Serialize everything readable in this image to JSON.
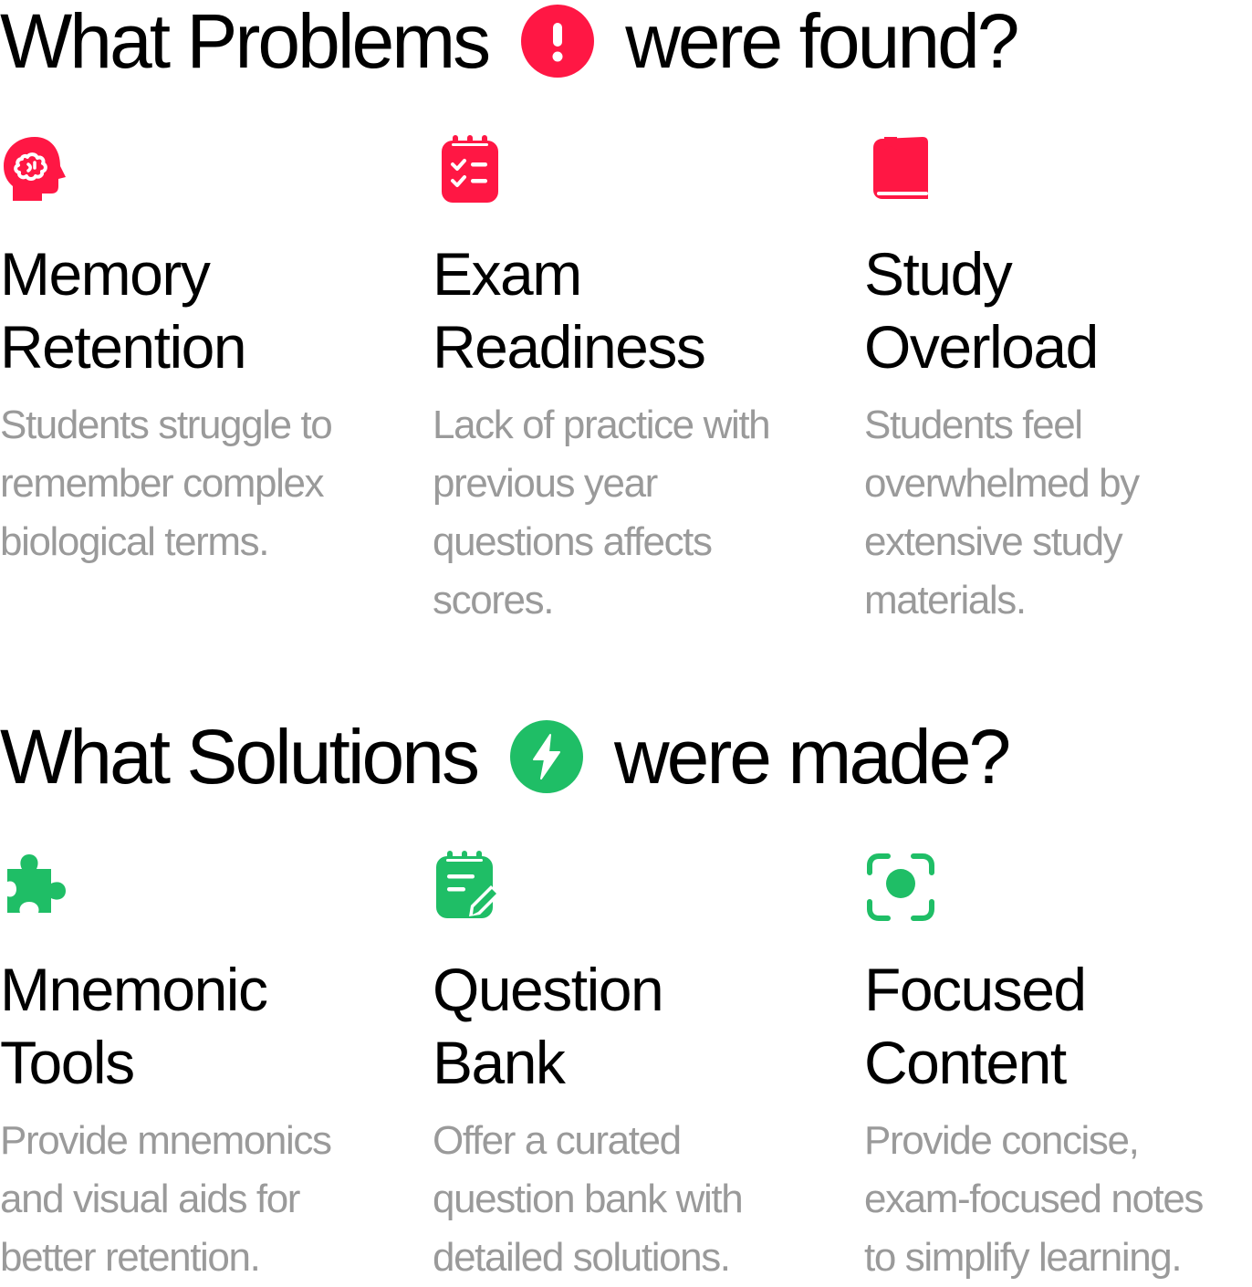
{
  "problems": {
    "heading_left": "What Problems",
    "heading_right": "were found?",
    "badge_icon": "exclamation-icon",
    "accent_color": "#ff1744",
    "items": [
      {
        "icon": "brain-head-icon",
        "title": "Memory\nRetention",
        "description": "Students struggle to\nremember complex\nbiological terms."
      },
      {
        "icon": "checklist-notepad-icon",
        "title": "Exam\nReadiness",
        "description": "Lack of practice with\nprevious year\nquestions affects\nscores."
      },
      {
        "icon": "book-icon",
        "title": "Study\nOverload",
        "description": "Students feel\noverwhelmed by\nextensive study\nmaterials."
      }
    ]
  },
  "solutions": {
    "heading_left": "What Solutions",
    "heading_right": "were made?",
    "badge_icon": "lightning-icon",
    "accent_color": "#1fbe66",
    "items": [
      {
        "icon": "puzzle-piece-icon",
        "title": "Mnemonic\nTools",
        "description": "Provide mnemonics\nand visual aids for\nbetter retention."
      },
      {
        "icon": "notepad-edit-icon",
        "title": "Question\nBank",
        "description": "Offer a curated\nquestion bank with\ndetailed solutions."
      },
      {
        "icon": "focus-target-icon",
        "title": "Focused\nContent",
        "description": "Provide concise,\nexam-focused notes\nto simplify learning."
      }
    ]
  }
}
